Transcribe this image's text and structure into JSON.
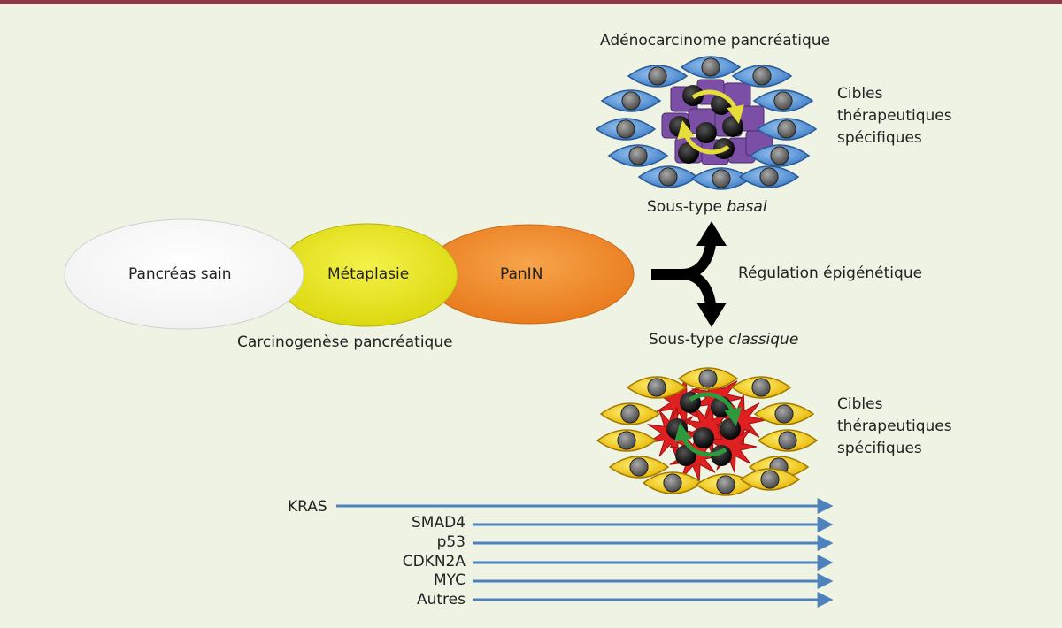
{
  "title": "Adénocarcinome pancréatique",
  "stages": {
    "healthy": "Pancréas sain",
    "metaplasia": "Métaplasie",
    "panin": "PanIN"
  },
  "carcinogenesis_label": "Carcinogenèse pancréatique",
  "regulation_label": "Régulation épigénétique",
  "subtype_basal": {
    "prefix": "Sous-type ",
    "name": "basal"
  },
  "subtype_classic": {
    "prefix": "Sous-type ",
    "name": "classique"
  },
  "targets_top": [
    "Cibles",
    "thérapeutiques",
    "spécifiques"
  ],
  "targets_bottom": [
    "Cibles",
    "thérapeutiques",
    "spécifiques"
  ],
  "mutations": [
    "KRAS",
    "SMAD4",
    "p53",
    "CDKN2A",
    "MYC",
    "Autres"
  ],
  "colors": {
    "accent_rule": "#8c3a4a",
    "background": "#eef3e4",
    "arrow_blue": "#4f81bd",
    "basal_cell": "#5b9bd5",
    "classic_cell": "#f2c811",
    "purple_stroma": "#7b4fa5",
    "red_stroma": "#e02020",
    "cycle_yellow": "#e6dd3a",
    "cycle_green": "#2e9a3e"
  }
}
